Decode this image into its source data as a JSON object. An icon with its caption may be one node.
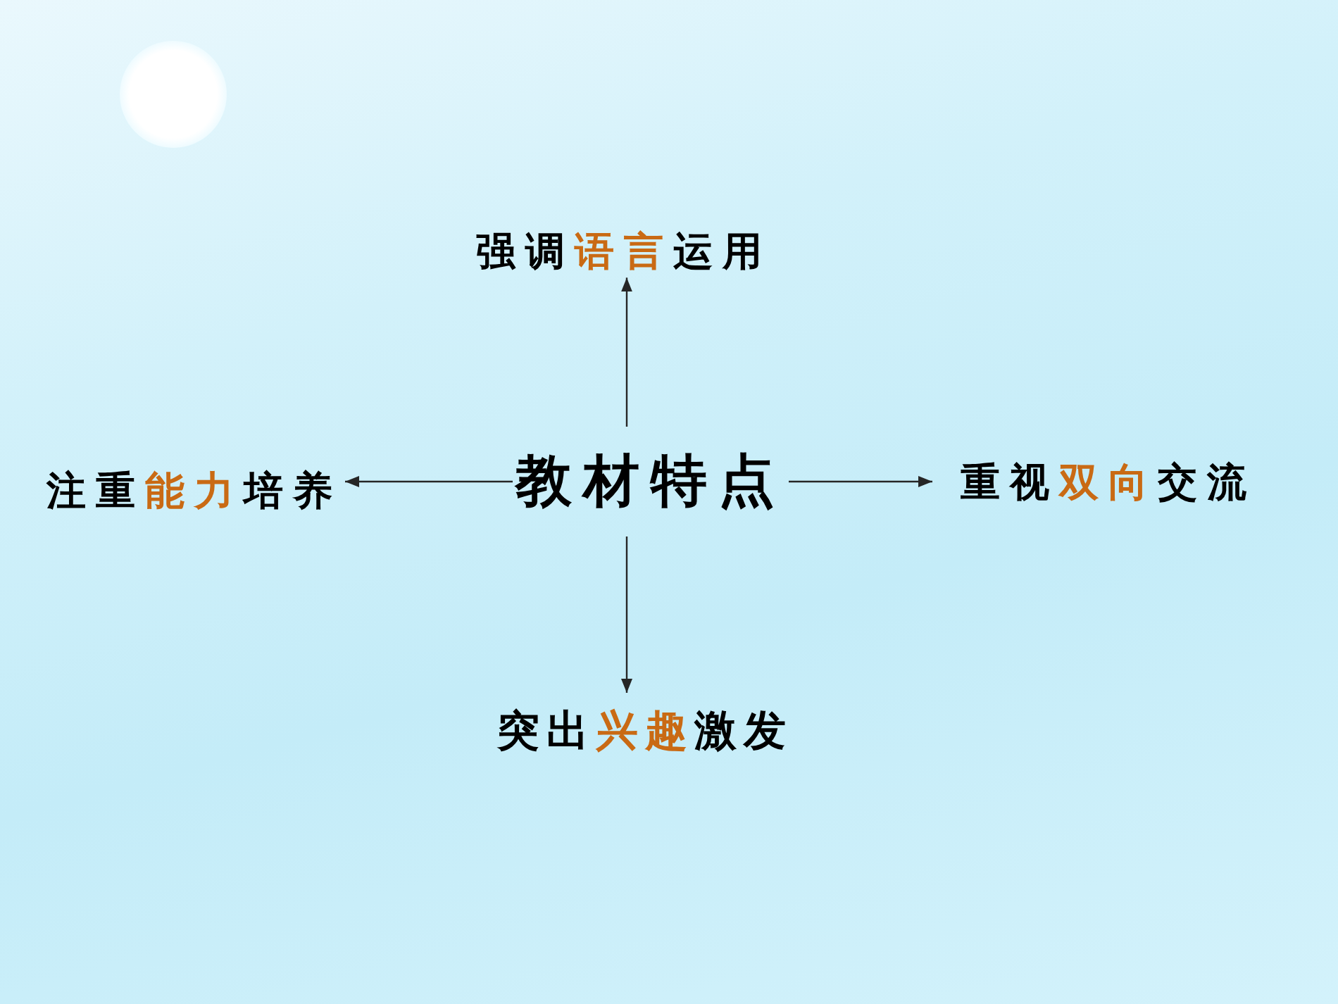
{
  "diagram": {
    "nodes": [
      {
        "text": [
          "强调**语言**运用"
        ]
      },
      {
        "text": [
          "注重**能力**培养"
        ]
      },
      {
        "text": [
          "教材特点"
        ]
      },
      {
        "text": [
          "重视**双向**交流"
        ]
      },
      {
        "text": [
          "突出**兴趣**激发"
        ]
      }
    ],
    "edges": [
      {
        "from": 2,
        "to": 0,
        "arrow": "to"
      },
      {
        "from": 2,
        "to": 1,
        "arrow": "to"
      },
      {
        "from": 2,
        "to": 3,
        "arrow": "to"
      },
      {
        "from": 2,
        "to": 4,
        "arrow": "to"
      }
    ]
  }
}
